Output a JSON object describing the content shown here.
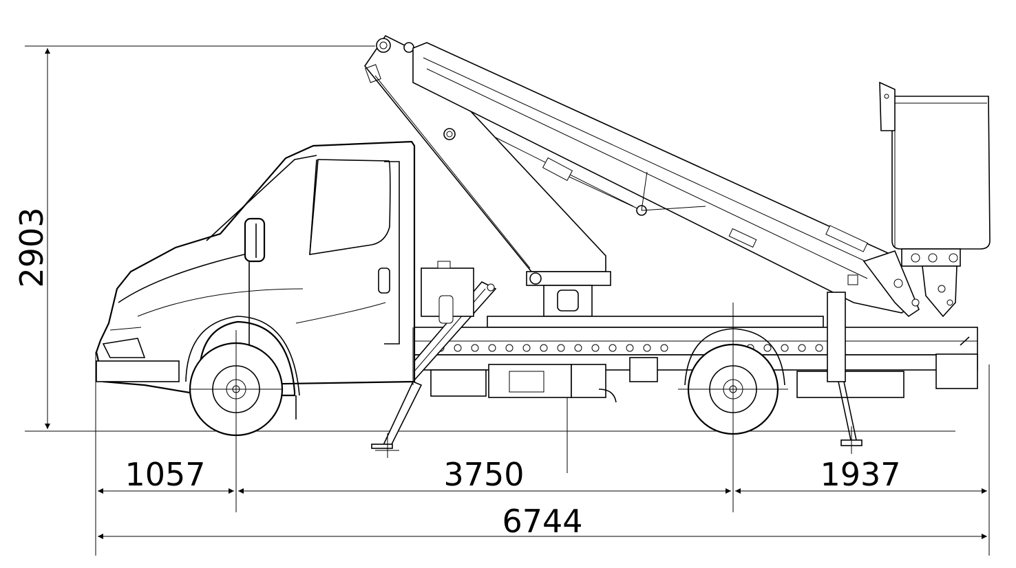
{
  "drawing": {
    "title": "",
    "dimensions": {
      "overall_height": "2903",
      "front_overhang": "1057",
      "wheelbase": "3750",
      "rear_overhang": "1937",
      "overall_length": "6744"
    },
    "colors": {
      "line": "#000000",
      "background": "#ffffff"
    }
  }
}
